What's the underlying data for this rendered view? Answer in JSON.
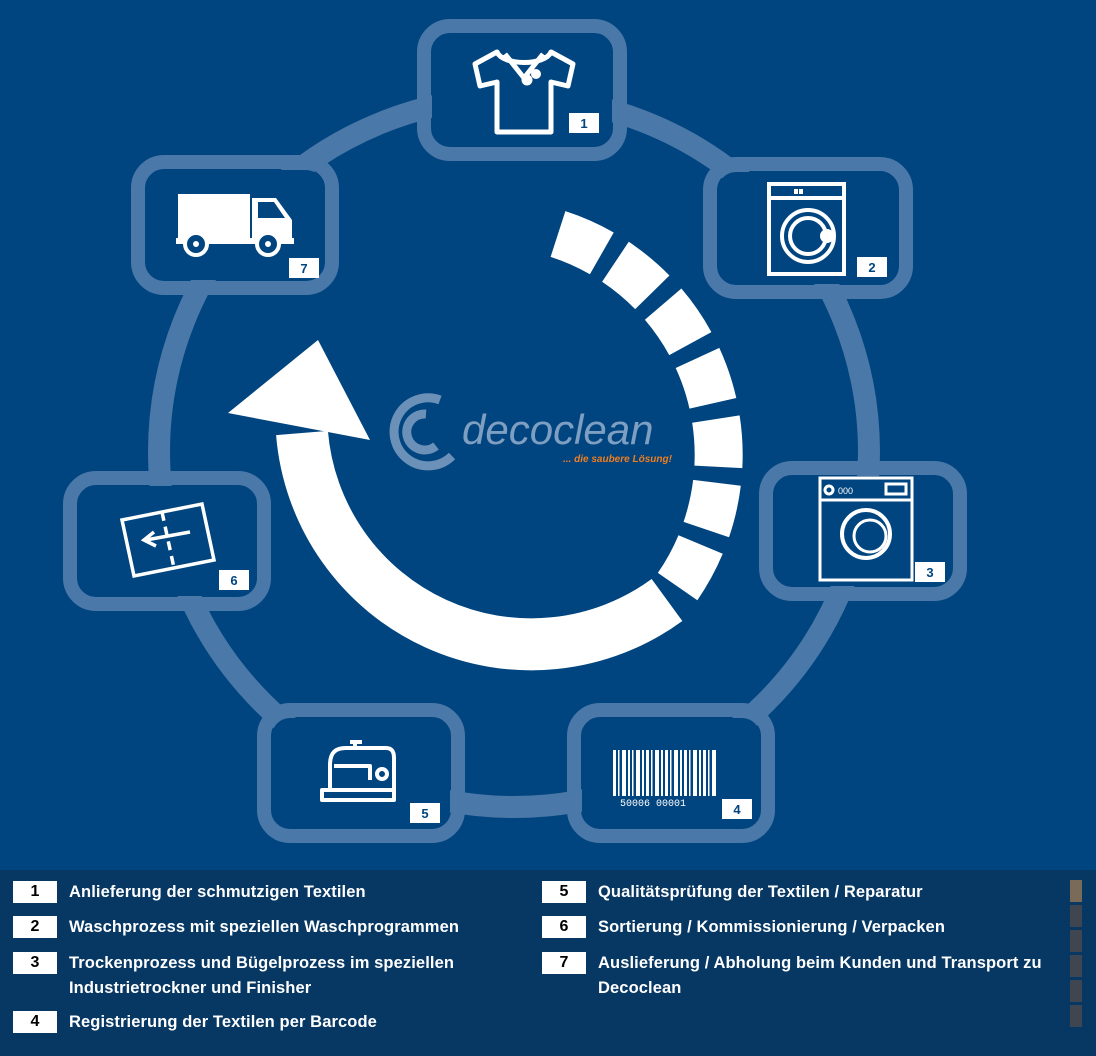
{
  "logo": {
    "brand": "decoclean",
    "tagline": "... die saubere Lösung!"
  },
  "steps": [
    {
      "num": "1",
      "icon": "tshirt-icon",
      "text": "Anlieferung der schmutzigen Textilen"
    },
    {
      "num": "2",
      "icon": "washing-machine-icon",
      "text": "Waschprozess mit speziellen Waschprogrammen"
    },
    {
      "num": "3",
      "icon": "dryer-icon",
      "text": "Trockenprozess und Bügelprozess im speziellen Industrietrockner und Finisher"
    },
    {
      "num": "4",
      "icon": "barcode-icon",
      "text": "Registrierung der Textilen per Barcode",
      "barcode": "50006 00001"
    },
    {
      "num": "5",
      "icon": "sewing-machine-icon",
      "text": "Qualitätsprüfung der Textilen / Reparatur"
    },
    {
      "num": "6",
      "icon": "package-icon",
      "text": "Sortierung / Kommissionierung / Verpacken"
    },
    {
      "num": "7",
      "icon": "truck-icon",
      "text": "Auslieferung / Abholung beim Kunden und Transport zu Decoclean"
    }
  ],
  "colors": {
    "background": "#00457f",
    "ring": "#4a78a8",
    "legend_bg": "#073763",
    "accent": "#f07d1f"
  }
}
